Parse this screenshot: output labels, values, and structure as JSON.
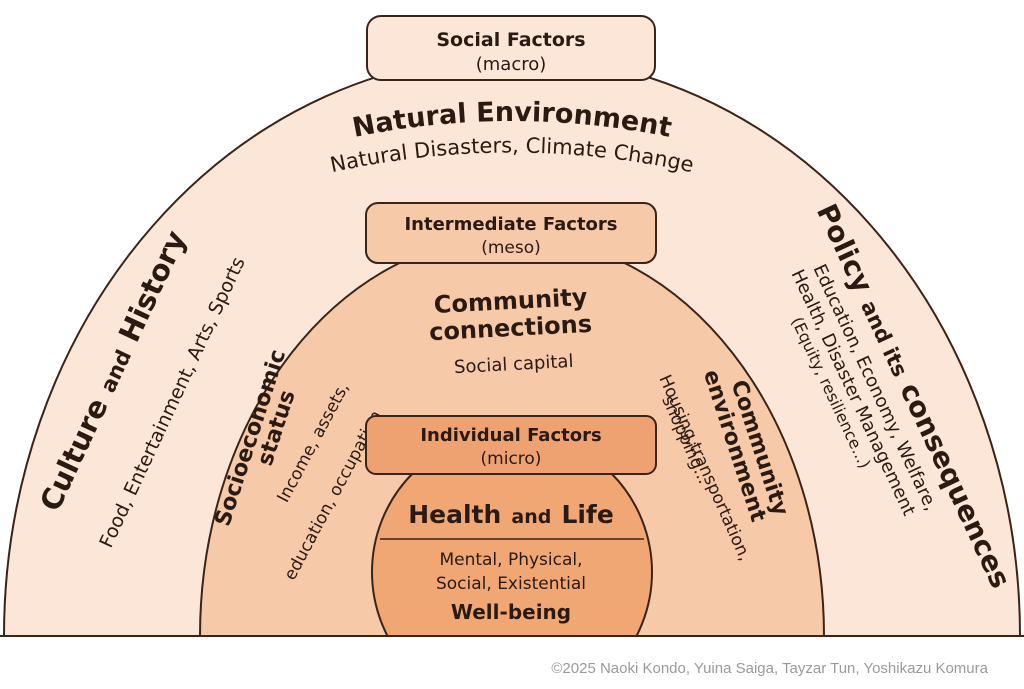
{
  "colors": {
    "outer_fill": "#fbe6d8",
    "middle_fill": "#f6c9a8",
    "inner_fill": "#f0a774",
    "micro_label_fill": "#eea271",
    "stroke": "#3a2418"
  },
  "macro": {
    "label_title": "Social Factors",
    "label_sub": "(macro)",
    "natural_title": "Natural Environment",
    "natural_sub": "Natural Disasters, Climate Change",
    "culture_title_a": "Culture",
    "culture_title_b": "and",
    "culture_title_c": "History",
    "culture_sub": "Food, Entertainment, Arts, Sports",
    "policy_title_a": "Policy",
    "policy_title_b": "and its",
    "policy_title_c": "consequences",
    "policy_sub_1": "Education, Economy, Welfare,",
    "policy_sub_2": "Health, Disaster Management",
    "policy_sub_3": "(Equity, resilience...)"
  },
  "meso": {
    "label_title": "Intermediate Factors",
    "label_sub": "(meso)",
    "community_title_1": "Community",
    "community_title_2": "connections",
    "community_sub": "Social capital",
    "ses_title_1": "Socioeconomic",
    "ses_title_2": "status",
    "ses_sub_1": "Income, assets,",
    "ses_sub_2": "education, occupation",
    "env_title_1": "Community",
    "env_title_2": "environment",
    "env_sub_1": "Housing,transportation,",
    "env_sub_2": "shopping..."
  },
  "micro": {
    "label_title": "Individual Factors",
    "label_sub": "(micro)",
    "health_title_a": "Health",
    "health_title_b": "and",
    "health_title_c": "Life",
    "dims_1": "Mental, Physical,",
    "dims_2": "Social, Existential",
    "wellbeing": "Well-being"
  },
  "copyright": "©2025 Naoki Kondo, Yuina Saiga, Tayzar Tun, Yoshikazu Komura"
}
